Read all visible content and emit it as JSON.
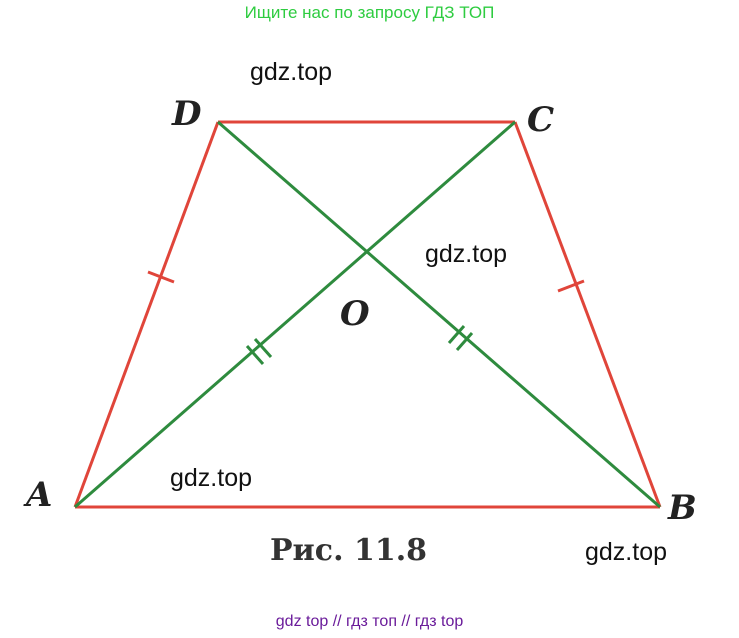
{
  "banner": "Ищите нас по запросу ГДЗ ТОП",
  "footer": "gdz top  //  гдз топ  //  гдз top",
  "watermarks": [
    "gdz.top",
    "gdz.top",
    "gdz.top",
    "gdz.top"
  ],
  "vertices": {
    "A": "A",
    "B": "B",
    "C": "C",
    "D": "D",
    "O": "O"
  },
  "caption": "Рис. 11.8",
  "colors": {
    "sides": "#e0453a",
    "diagonals": "#2e8b3e",
    "banner": "#2ecc40",
    "footer": "#6a1b9a"
  }
}
